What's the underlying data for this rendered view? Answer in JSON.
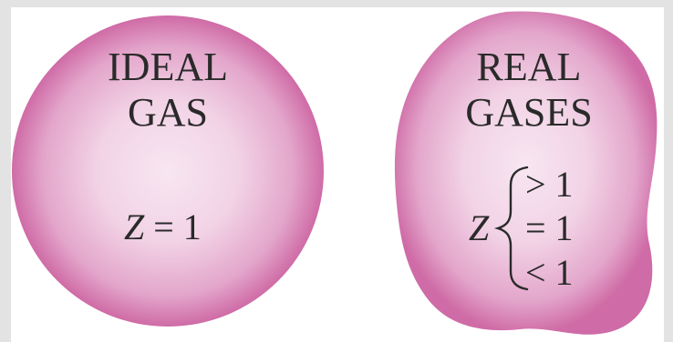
{
  "ideal": {
    "title_line1": "IDEAL",
    "title_line2": "GAS",
    "z_symbol": "Z",
    "z_relation": "= 1"
  },
  "real": {
    "title_line1": "REAL",
    "title_line2": "GASES",
    "z_symbol": "Z",
    "cases": [
      "> 1",
      "= 1",
      "< 1"
    ]
  },
  "colors": {
    "blob_center": "#f7e6f1",
    "blob_mid": "#eab8d6",
    "blob_edge": "#cf6ba6",
    "frame": "#e3e3e3",
    "text": "#2a2a2a"
  }
}
